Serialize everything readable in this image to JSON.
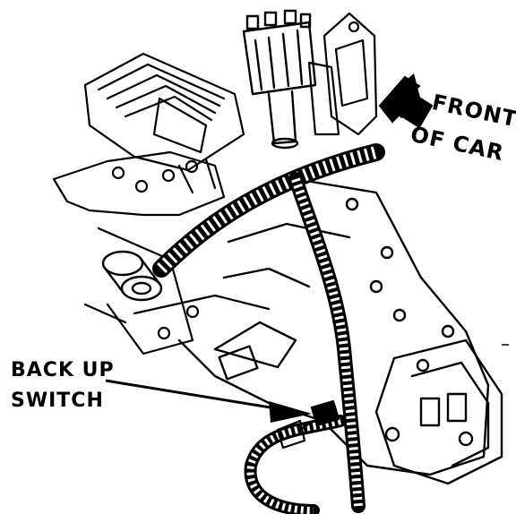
{
  "diagram": {
    "labels": {
      "front_line1": "FRONT",
      "front_line2": "OF CAR",
      "switch_line1": "BACK UP",
      "switch_line2": "SWITCH"
    },
    "colors": {
      "ink": "#000000",
      "paper": "#ffffff"
    }
  }
}
